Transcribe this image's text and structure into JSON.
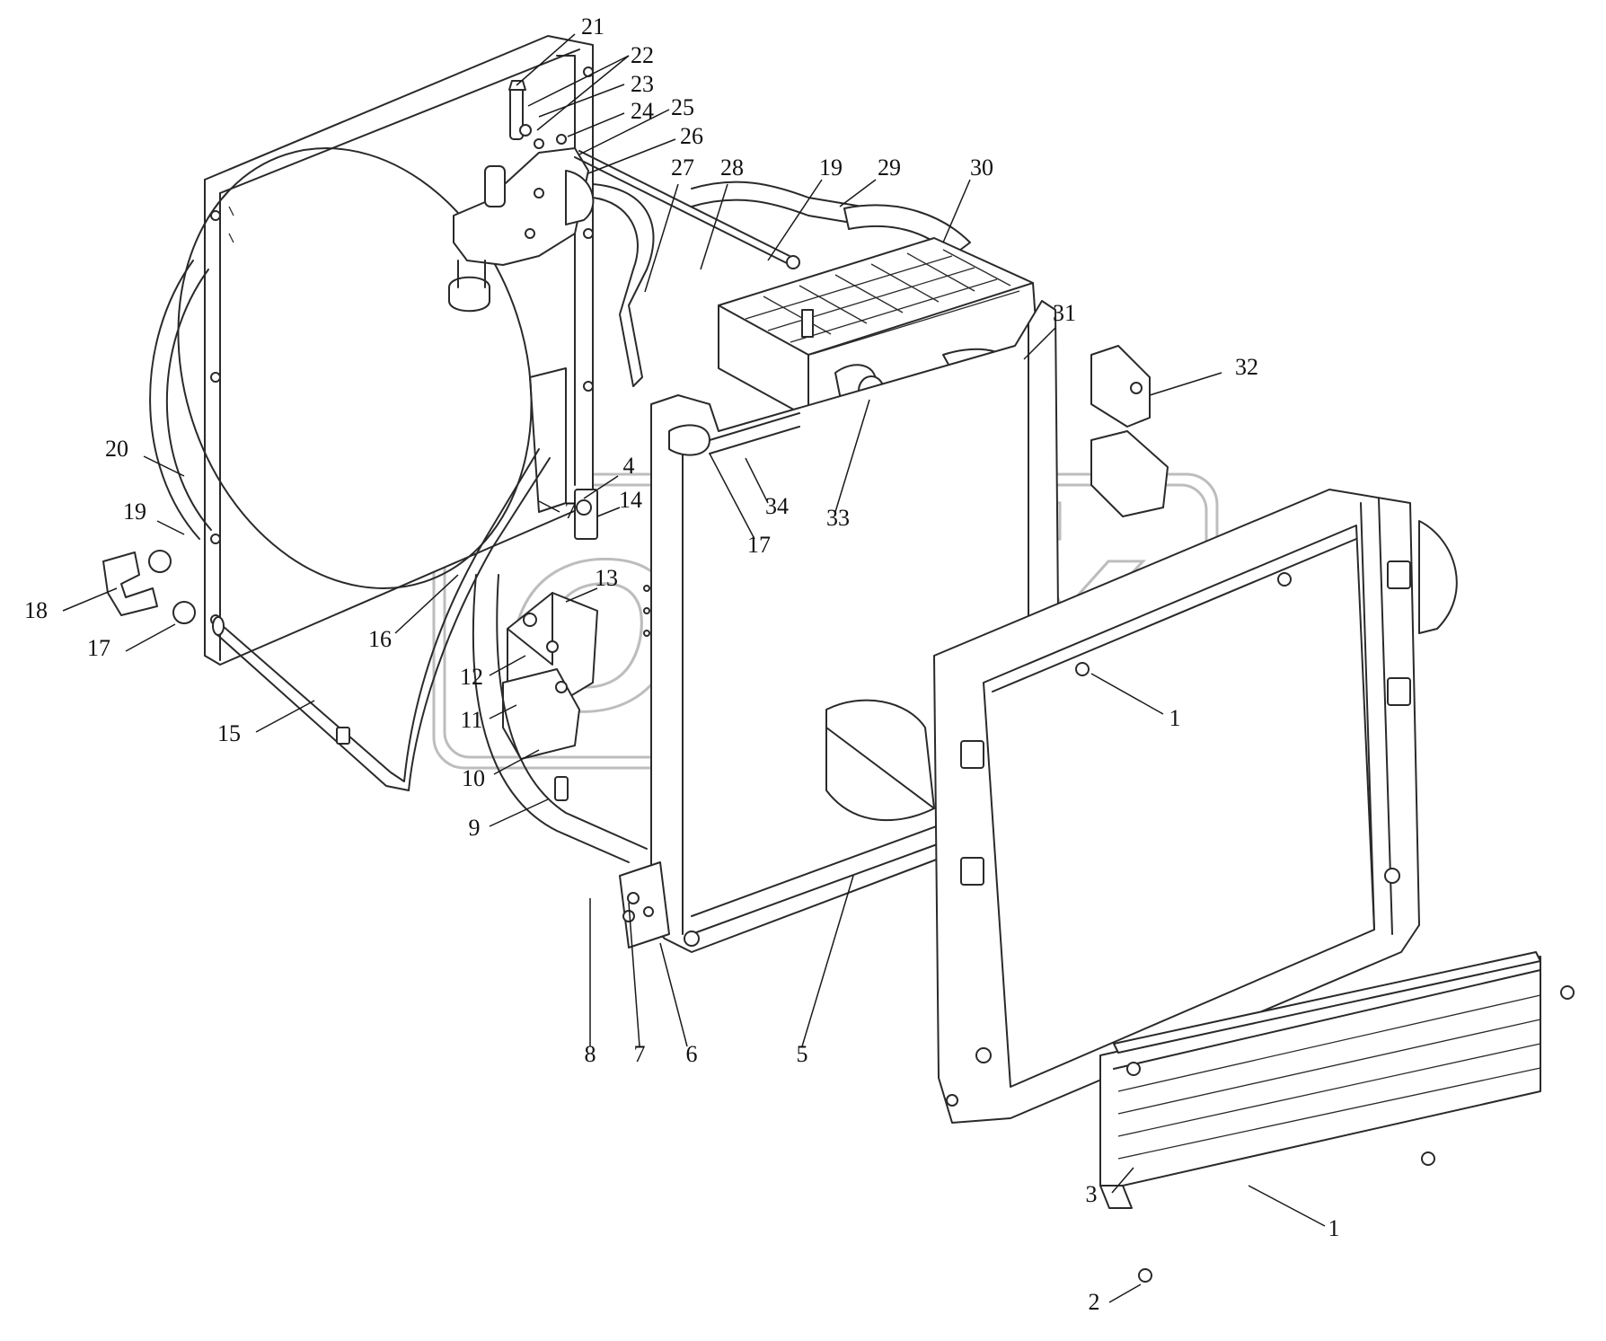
{
  "watermark": {
    "text": "OPEX",
    "color": "#bdbdbd"
  },
  "callouts": [
    {
      "id": "c21a",
      "label": "21"
    },
    {
      "id": "c22a",
      "label": "22"
    },
    {
      "id": "c23a",
      "label": "23"
    },
    {
      "id": "c24a",
      "label": "24"
    },
    {
      "id": "c25a",
      "label": "25"
    },
    {
      "id": "c26a",
      "label": "26"
    },
    {
      "id": "c27a",
      "label": "27"
    },
    {
      "id": "c28a",
      "label": "28"
    },
    {
      "id": "c19a",
      "label": "19"
    },
    {
      "id": "c29a",
      "label": "29"
    },
    {
      "id": "c30a",
      "label": "30"
    },
    {
      "id": "c31a",
      "label": "31"
    },
    {
      "id": "c32a",
      "label": "32"
    },
    {
      "id": "c20a",
      "label": "20"
    },
    {
      "id": "c19b",
      "label": "19"
    },
    {
      "id": "c18a",
      "label": "18"
    },
    {
      "id": "c17a",
      "label": "17"
    },
    {
      "id": "c16a",
      "label": "16"
    },
    {
      "id": "c15a",
      "label": "15"
    },
    {
      "id": "c4a",
      "label": "4"
    },
    {
      "id": "c14a",
      "label": "14"
    },
    {
      "id": "c7a",
      "label": "7"
    },
    {
      "id": "c13a",
      "label": "13"
    },
    {
      "id": "c12a",
      "label": "12"
    },
    {
      "id": "c11a",
      "label": "11"
    },
    {
      "id": "c10a",
      "label": "10"
    },
    {
      "id": "c9a",
      "label": "9"
    },
    {
      "id": "c34a",
      "label": "34"
    },
    {
      "id": "c33a",
      "label": "33"
    },
    {
      "id": "c17b",
      "label": "17"
    },
    {
      "id": "c1a",
      "label": "1"
    },
    {
      "id": "c8a",
      "label": "8"
    },
    {
      "id": "c7b",
      "label": "7"
    },
    {
      "id": "c6a",
      "label": "6"
    },
    {
      "id": "c5a",
      "label": "5"
    },
    {
      "id": "c3a",
      "label": "3"
    },
    {
      "id": "c1b",
      "label": "1"
    },
    {
      "id": "c2a",
      "label": "2"
    }
  ]
}
